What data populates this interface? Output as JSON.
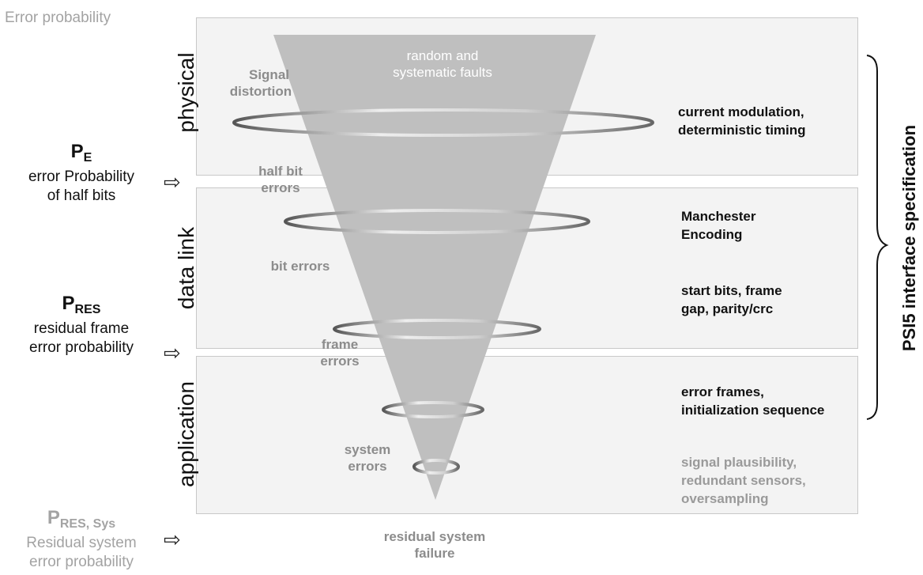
{
  "top_label": "Error probability",
  "layers": {
    "physical": "physical",
    "data_link": "data link",
    "application": "application"
  },
  "funnel": {
    "source_line1": "random and",
    "source_line2": "systematic faults",
    "bottom_line1": "residual system",
    "bottom_line2": "failure"
  },
  "error_labels": {
    "signal_distortion_1": "Signal",
    "signal_distortion_2": "distortion",
    "half_bit_1": "half bit",
    "half_bit_2": "errors",
    "bit_errors": "bit errors",
    "frame_1": "frame",
    "frame_2": "errors",
    "system_1": "system",
    "system_2": "errors"
  },
  "measures": {
    "physical_1": "current modulation,",
    "physical_2": "deterministic timing",
    "manchester_1": "Manchester",
    "manchester_2": "Encoding",
    "frame_1": "start bits, frame",
    "frame_2": "gap, parity/crc",
    "app_1": "error frames,",
    "app_2": "initialization sequence",
    "sys_1": "signal plausibility,",
    "sys_2": "redundant sensors,",
    "sys_3": "oversampling"
  },
  "probabilities": {
    "pe_symbol": "P",
    "pe_sub": "E",
    "pe_line1": "error Probability",
    "pe_line2": "of half bits",
    "pres_symbol": "P",
    "pres_sub": "RES",
    "pres_line1": "residual frame",
    "pres_line2": "error probability",
    "psys_symbol": "P",
    "psys_sub": "RES, Sys",
    "psys_line1": "Residual system",
    "psys_line2": "error probability"
  },
  "arrow_glyph": "⇨",
  "spec_label": "PSI5 interface specification",
  "colors": {
    "band_bg": "#f3f3f3",
    "band_border": "#c8c8c8",
    "funnel": "#bfbfbf",
    "grey_text": "#8c8c8c"
  }
}
